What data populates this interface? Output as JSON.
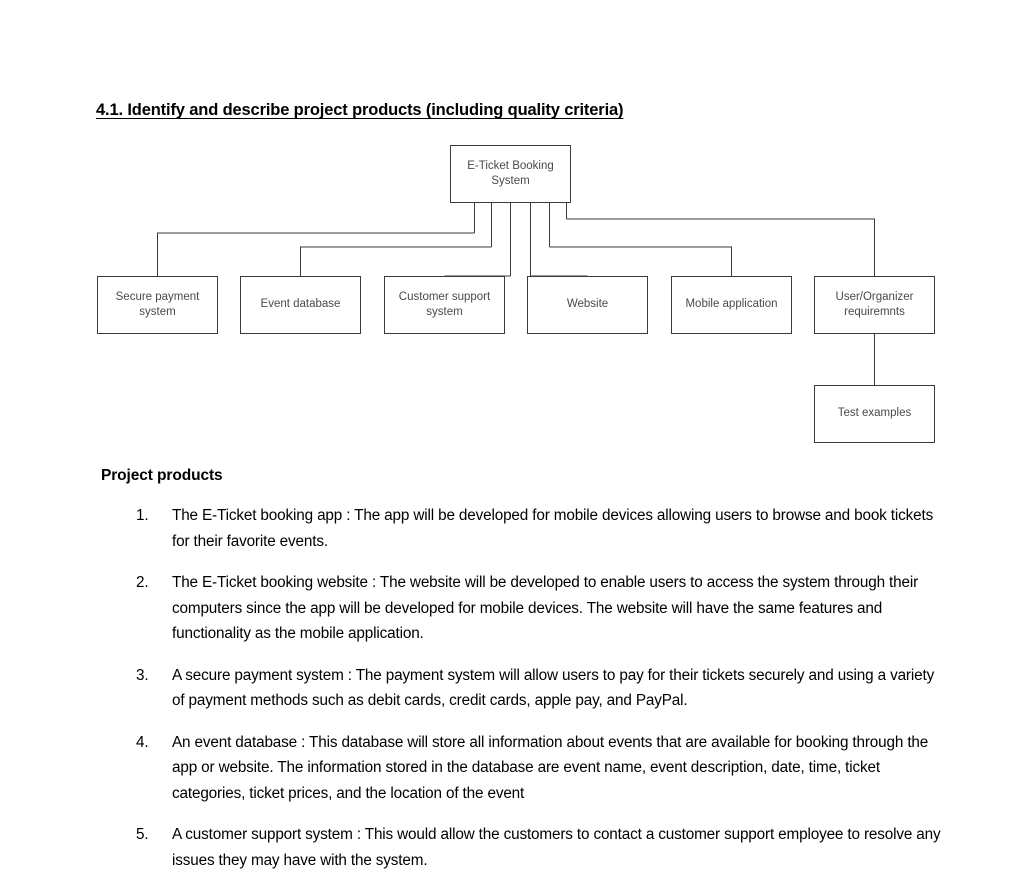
{
  "document": {
    "section_heading": "4.1. Identify and describe project products (including quality criteria)",
    "subheading": "Project products"
  },
  "diagram": {
    "type": "product-breakdown-structure",
    "stroke_color": "#3a3a3a",
    "text_color": "#4a4a4a",
    "background": "#ffffff",
    "root": {
      "label": "E-Ticket Booking System",
      "line1": "E-Ticket Booking",
      "line2": "System"
    },
    "children": [
      {
        "label": "Secure payment system",
        "line1": "Secure payment",
        "line2": "system"
      },
      {
        "label": "Event database",
        "line1": "Event database",
        "line2": ""
      },
      {
        "label": "Customer support system",
        "line1": "Customer support",
        "line2": "system"
      },
      {
        "label": "Website",
        "line1": "Website",
        "line2": ""
      },
      {
        "label": "Mobile application",
        "line1": "Mobile application",
        "line2": ""
      },
      {
        "label": "User/Organizer requiremnts",
        "line1": "User/Organizer",
        "line2": "requiremnts"
      }
    ],
    "grandchild": {
      "label": "Test examples",
      "line1": "Test examples",
      "line2": "",
      "parent": "User/Organizer requiremnts"
    }
  },
  "products": [
    {
      "number": "1.",
      "text": "The E-Ticket booking app : The app will be developed for mobile devices allowing users to browse and book tickets for their favorite events."
    },
    {
      "number": "2.",
      "text": "The E-Ticket booking website : The website will be developed to enable users to access the system through their computers since the app will be developed for mobile devices. The website will have the same features and functionality as the mobile application."
    },
    {
      "number": "3.",
      "text": "A secure payment system : The payment system will allow users to pay for their tickets securely and using a variety of payment methods such as debit cards, credit cards, apple pay, and PayPal."
    },
    {
      "number": "4.",
      "text": "An event database : This database will store all information about events that are available for booking through the app or website. The information stored in the database are event name, event description, date, time, ticket categories, ticket prices, and the location of the event"
    },
    {
      "number": "5.",
      "text": "A customer support system : This would allow the customers to contact a customer support employee to resolve any issues they may have with the system."
    }
  ]
}
